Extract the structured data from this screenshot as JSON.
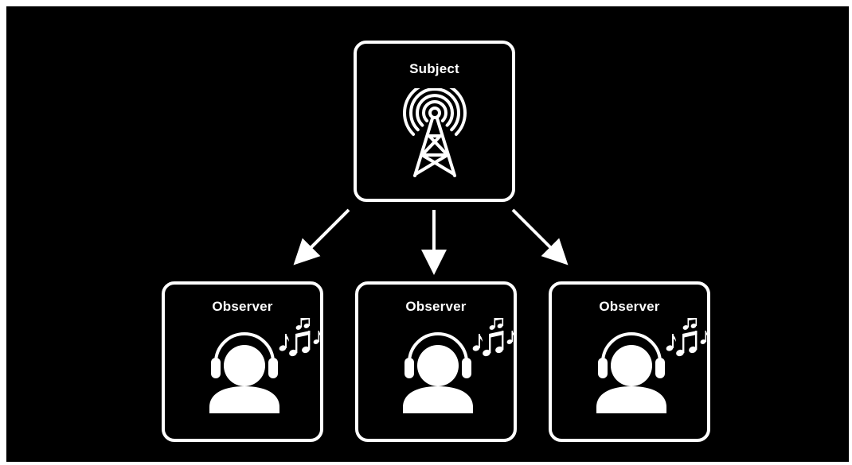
{
  "subject": {
    "title": "Subject",
    "icon": "broadcast-tower-icon"
  },
  "observers": [
    {
      "title": "Observer",
      "icon": "listener-headphones-icon",
      "decoration": "music-notes-icon"
    },
    {
      "title": "Observer",
      "icon": "listener-headphones-icon",
      "decoration": "music-notes-icon"
    },
    {
      "title": "Observer",
      "icon": "listener-headphones-icon",
      "decoration": "music-notes-icon"
    }
  ],
  "colors": {
    "background": "#000000",
    "foreground": "#ffffff",
    "frame": "#ffffff"
  }
}
